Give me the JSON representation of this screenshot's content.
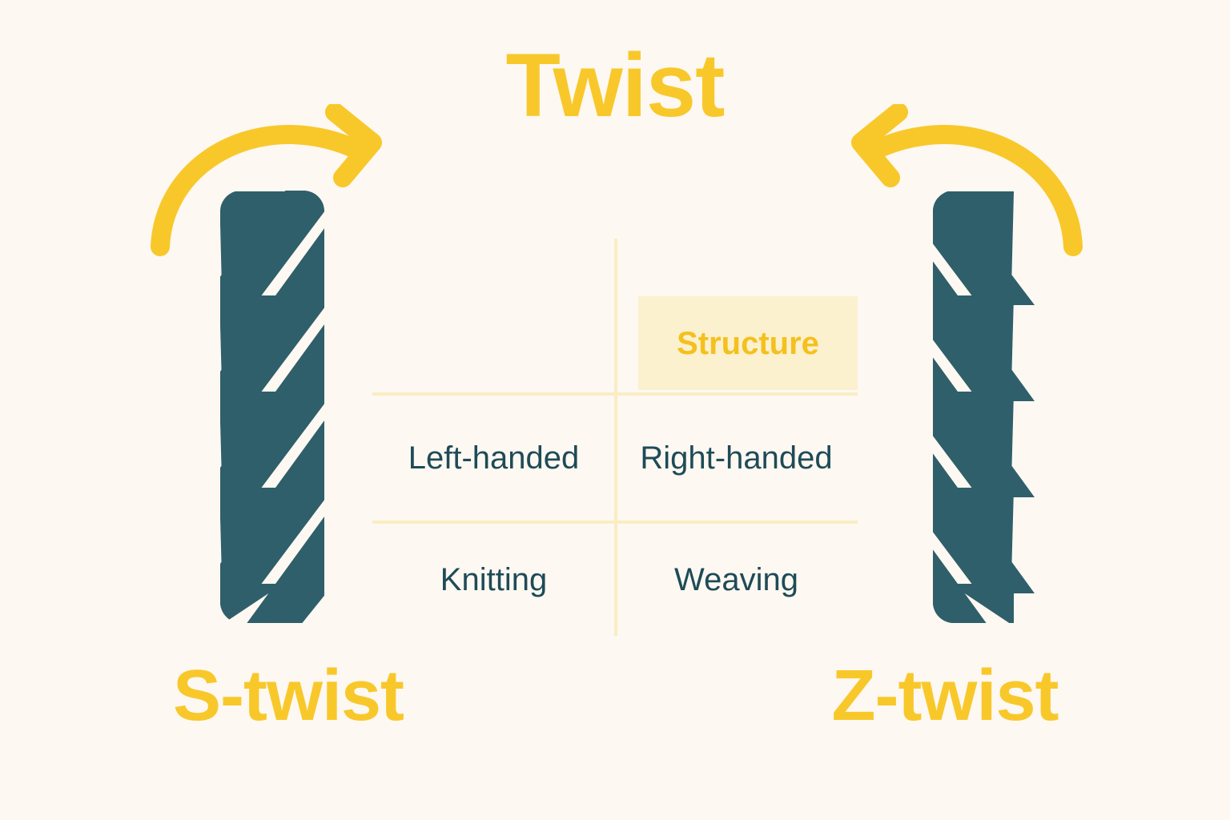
{
  "page": {
    "title": "Twist",
    "background_color": "#FDF8F1",
    "accent_color": "#F8C82B",
    "rope_color": "#2F5F6B",
    "grid_line_color": "#FAEDC4",
    "highlight_bg_color": "#FCF1CE",
    "text_color": "#1E4B57"
  },
  "left_panel": {
    "label": "S-twist",
    "arrow_icon": "curved-arrow-clockwise-right",
    "rope_icon": "rope-s-twist"
  },
  "right_panel": {
    "label": "Z-twist",
    "arrow_icon": "curved-arrow-counterclockwise-left",
    "rope_icon": "rope-z-twist"
  },
  "comparison_table": {
    "rows": [
      {
        "left": "",
        "right": "Structure",
        "right_highlighted": true
      },
      {
        "left": "Left-handed",
        "right": "Right-handed",
        "right_highlighted": false
      },
      {
        "left": "Knitting",
        "right": "Weaving",
        "right_highlighted": false
      }
    ]
  }
}
